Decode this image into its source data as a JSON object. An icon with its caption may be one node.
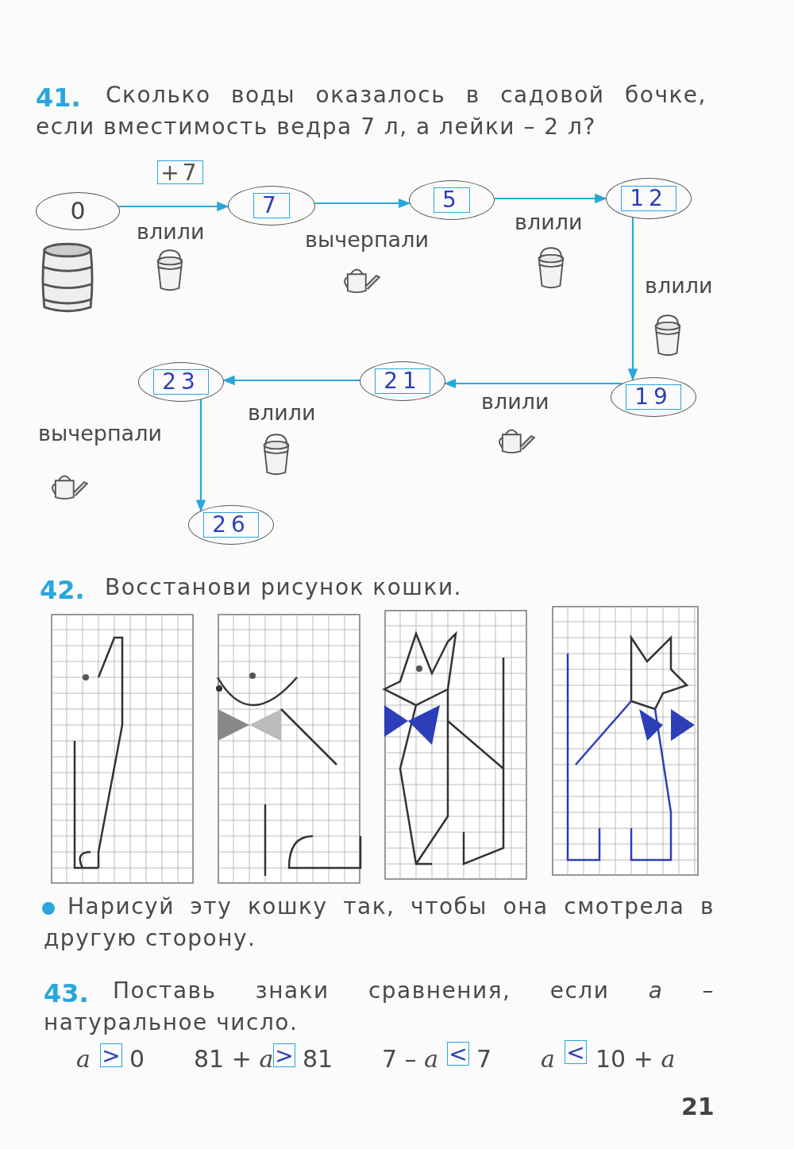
{
  "diagram": {
    "nodes": [
      {
        "text": [
          "0"
        ]
      },
      {
        "text": [
          "7"
        ]
      },
      {
        "text": [
          "5"
        ]
      },
      {
        "text": [
          "12"
        ]
      },
      {
        "text": [
          "19"
        ]
      },
      {
        "text": [
          "21"
        ]
      },
      {
        "text": [
          "23"
        ]
      },
      {
        "text": [
          "26"
        ]
      }
    ],
    "edges": [
      {
        "from": 0,
        "to": 1,
        "arrow": "to",
        "label": "влили"
      },
      {
        "from": 1,
        "to": 2,
        "arrow": "to",
        "label": "вычерпали"
      },
      {
        "from": 2,
        "to": 3,
        "arrow": "to",
        "label": "влили"
      },
      {
        "from": 3,
        "to": 4,
        "arrow": "to",
        "label": "влили"
      },
      {
        "from": 4,
        "to": 5,
        "arrow": "to",
        "label": "влили"
      },
      {
        "from": 5,
        "to": 6,
        "arrow": "to",
        "label": "влили"
      },
      {
        "from": 6,
        "to": 7,
        "arrow": "to",
        "label": "вычерпали"
      }
    ],
    "labels": [
      "41.",
      "Сколько воды оказалось в садовой бочке, если вместимость ведра 7 л, а лейки – 2 л?",
      "+7",
      "42.",
      "Восстанови рисунок кошки.",
      "Нарисуй эту кошку так, чтобы она смотрела в другую сторону.",
      "43.",
      "Поставь знаки сравнения, если *a* – натуральное число.",
      "*a*",
      ">",
      "0",
      "81 + *a*",
      ">",
      "81",
      "7 – *a*",
      "<",
      "7",
      "*a*",
      "<",
      "10 + *a*",
      "21"
    ]
  }
}
